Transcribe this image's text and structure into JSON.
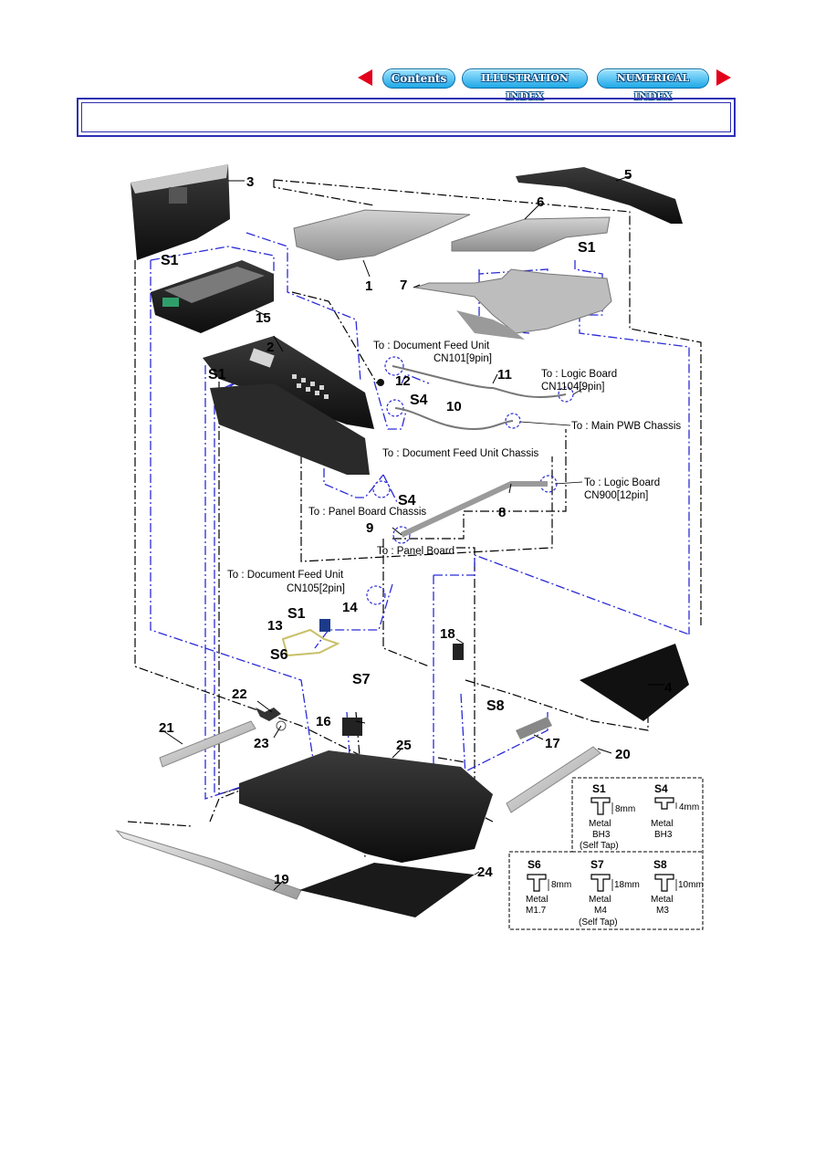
{
  "nav": {
    "prev_icon": "left-triangle-red",
    "next_icon": "right-triangle-red",
    "contents": "Contents",
    "illustration_index": "ILLUSTRATION INDEX",
    "numerical_index": "NUMERICAL INDEX",
    "accent": "#e3001b",
    "button_color": "#1fa8e6"
  },
  "title_box": {
    "text": "",
    "border_color": "#2f2fb4"
  },
  "diagram": {
    "part_numbers": [
      "1",
      "2",
      "3",
      "4",
      "5",
      "6",
      "7",
      "8",
      "9",
      "10",
      "11",
      "12",
      "13",
      "14",
      "15",
      "16",
      "17",
      "18",
      "19",
      "20",
      "21",
      "22",
      "23",
      "24",
      "25"
    ],
    "screw_callouts": {
      "s1": "S1",
      "s4": "S4",
      "s6": "S6",
      "s7": "S7",
      "s8": "S8"
    },
    "connections": {
      "doc_feed_cn101_a": "To : Document Feed Unit",
      "doc_feed_cn101_b": "CN101[9pin]",
      "logic_cn1104_a": "To : Logic Board",
      "logic_cn1104_b": "CN1104[9pin]",
      "main_pwb": "To : Main PWB Chassis",
      "doc_feed_chassis": "To : Document Feed Unit Chassis",
      "logic_cn900_a": "To : Logic Board",
      "logic_cn900_b": "CN900[12pin]",
      "panel_board_chassis": "To : Panel Board Chassis",
      "panel_board": "To : Panel Board",
      "doc_feed_cn105_a": "To : Document Feed Unit",
      "doc_feed_cn105_b": "CN105[2pin]"
    },
    "blue_line_color": "#2b2bd6"
  },
  "screw_legend": {
    "s1": {
      "id": "S1",
      "length": "8mm",
      "material": "Metal",
      "type": "BH3",
      "note": "(Self Tap)"
    },
    "s4": {
      "id": "S4",
      "length": "4mm",
      "material": "Metal",
      "type": "BH3"
    },
    "s6": {
      "id": "S6",
      "length": "8mm",
      "material": "Metal",
      "type": "M1.7"
    },
    "s7": {
      "id": "S7",
      "length": "18mm",
      "material": "Metal",
      "type": "M4",
      "note": "(Self Tap)"
    },
    "s8": {
      "id": "S8",
      "length": "10mm",
      "material": "Metal",
      "type": "M3"
    }
  }
}
